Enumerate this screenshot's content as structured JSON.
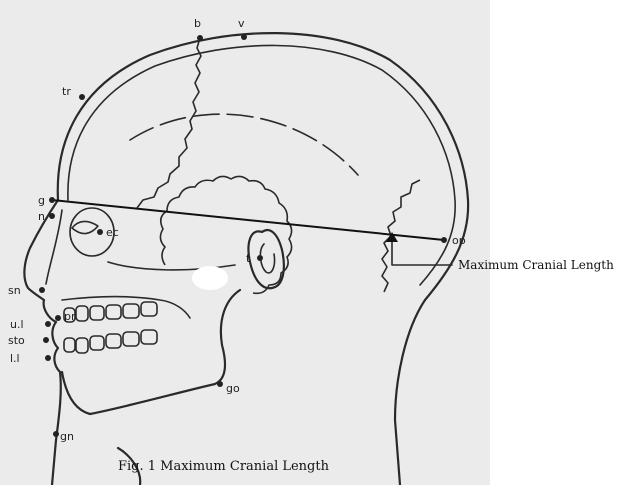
{
  "figure": {
    "landmarks": {
      "b": "b",
      "v": "v",
      "tr": "tr",
      "g": "g",
      "n": "n",
      "ec": "ec",
      "t": "t",
      "op": "op",
      "sn": "sn",
      "pr": "pr",
      "ul": "u.l",
      "sto": "sto",
      "ll": "l.l",
      "go": "go",
      "gn": "gn"
    },
    "callout_label": "Maximum Cranial Length",
    "caption": "Fig. 1 Maximum Cranial Length"
  }
}
